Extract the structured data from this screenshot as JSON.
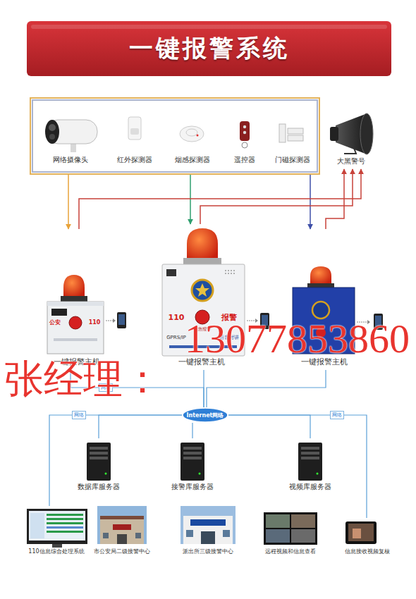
{
  "diagram": {
    "title": "一键报警系统",
    "nodes": [
      {
        "text": []
      },
      {
        "text": [
          "网络摄像头"
        ],
        "in": 0
      },
      {
        "text": [
          "红外探测器"
        ],
        "in": 0
      },
      {
        "text": [
          "烟感探测器"
        ],
        "in": 0
      },
      {
        "text": [
          "遥控器"
        ],
        "in": 0
      },
      {
        "text": [
          "门磁探测器"
        ],
        "in": 0
      },
      {
        "text": [
          "大黑警号"
        ]
      },
      {
        "text": [
          "一键报警主机"
        ]
      },
      {
        "text": [
          "一键报警主机"
        ]
      },
      {
        "text": [
          "一键报警主机"
        ]
      },
      {
        "text": [
          "Internet网络"
        ]
      },
      {
        "text": [
          "数据库服务器"
        ]
      },
      {
        "text": [
          "接警库服务器"
        ]
      },
      {
        "text": [
          "视频库服务器"
        ]
      },
      {
        "text": [
          "110信息综合处理系统"
        ]
      },
      {
        "text": [
          "市公安局二级接警中心"
        ]
      },
      {
        "text": [
          "派出所三级接警中心"
        ]
      },
      {
        "text": [
          "远程视频和信息查看"
        ]
      },
      {
        "text": [
          "信息接收视频复核"
        ]
      }
    ],
    "edges": [
      {
        "from": 0,
        "to": 7,
        "arrow": "to"
      },
      {
        "from": 0,
        "to": 8,
        "arrow": "to"
      },
      {
        "from": 0,
        "to": 9,
        "arrow": "to"
      },
      {
        "from": 7,
        "to": 6,
        "arrow": "to"
      },
      {
        "from": 8,
        "to": 6,
        "arrow": "to"
      },
      {
        "from": 9,
        "to": 6,
        "arrow": "to"
      },
      {
        "from": 7,
        "to": 10,
        "label": "网络",
        "arrow": "none"
      },
      {
        "from": 8,
        "to": 10,
        "arrow": "none"
      },
      {
        "from": 9,
        "to": 10,
        "arrow": "none"
      },
      {
        "from": 10,
        "to": 11,
        "arrow": "none"
      },
      {
        "from": 10,
        "to": 12,
        "arrow": "none"
      },
      {
        "from": 10,
        "to": 13,
        "arrow": "none"
      },
      {
        "from": 10,
        "to": 14,
        "label": "网络",
        "arrow": "none"
      },
      {
        "from": 10,
        "to": 18,
        "label": "网络",
        "arrow": "none"
      }
    ],
    "labels": [
      "公安",
      "110",
      "110",
      "报警",
      "紧急报警",
      "GPRS/IP",
      "语音对讲",
      "张经理：",
      "13077853860"
    ]
  }
}
